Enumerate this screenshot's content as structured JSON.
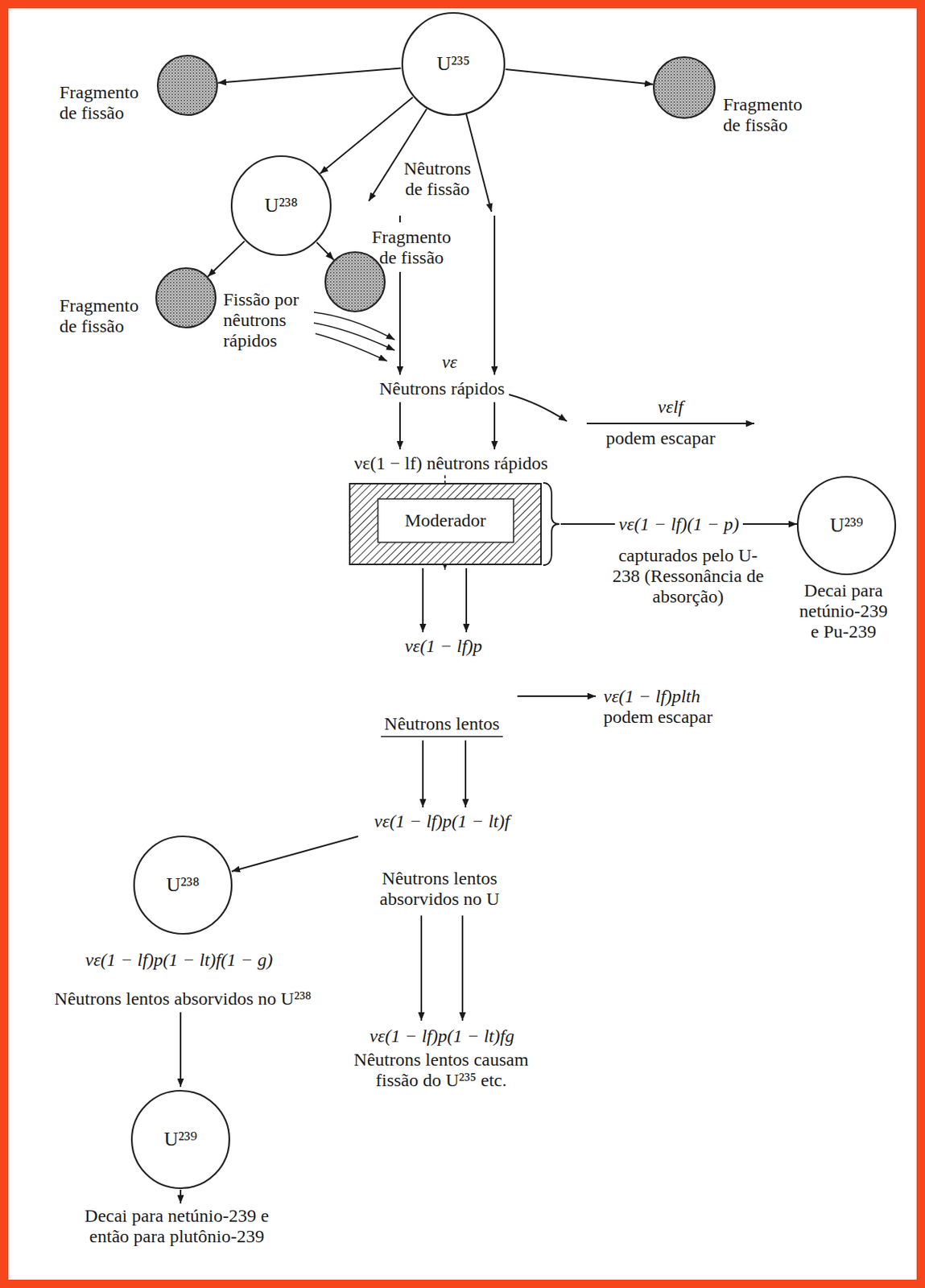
{
  "diagram": {
    "nodes": [
      {
        "text": [
          "U²³⁵"
        ]
      },
      {
        "text": [
          "Fragmento de fissão"
        ]
      },
      {
        "text": [
          "Fragmento de fissão"
        ]
      },
      {
        "text": [
          "U²³⁸"
        ]
      },
      {
        "text": [
          "Fragmento de fissão"
        ]
      },
      {
        "text": [
          "Fragmento de fissão"
        ]
      },
      {
        "text": [
          "Moderador"
        ]
      },
      {
        "text": [
          "U²³⁹",
          "Decai para netúnio-239 e Pu-239"
        ]
      },
      {
        "text": [
          "U²³⁸",
          "νε(1 − lf)p(1 − lt)f(1 − g)",
          "Nêutrons lentos absorvidos no U²³⁸"
        ]
      },
      {
        "text": [
          "U²³⁹",
          "Decai para netúnio-239 e então para plutônio-239"
        ]
      }
    ],
    "edges": [
      {
        "from": 0,
        "to": 1,
        "arrow": "to"
      },
      {
        "from": 0,
        "to": 2,
        "arrow": "to"
      },
      {
        "from": 0,
        "to": 3,
        "arrow": "to"
      },
      {
        "from": 3,
        "to": 4,
        "arrow": "to"
      },
      {
        "from": 3,
        "to": 5,
        "arrow": "to"
      },
      {
        "from": 6,
        "to": 7,
        "label": "νε(1 − lf)(1 − p)",
        "arrow": "to"
      },
      {
        "from": 8,
        "to": 9,
        "arrow": "to"
      }
    ],
    "labels": [
      "Nêutrons de fissão",
      "Fissão por nêutrons rápidos",
      "νε",
      "Nêutrons rápidos",
      "νεlf",
      "podem escapar",
      "νε(1 − lf) nêutrons rápidos",
      "capturados pelo U-238 (Ressonância de absorção)",
      "νε(1 − lf)p",
      "νε(1 − lf)plth",
      "podem escapar",
      "Nêutrons lentos",
      "νε(1 − lf)p(1 − lt)f",
      "Nêutrons lentos absorvidos no U",
      "νε(1 − lf)p(1 − lt)fg",
      "Nêutrons lentos causam fissão do U²³⁵ etc."
    ]
  }
}
